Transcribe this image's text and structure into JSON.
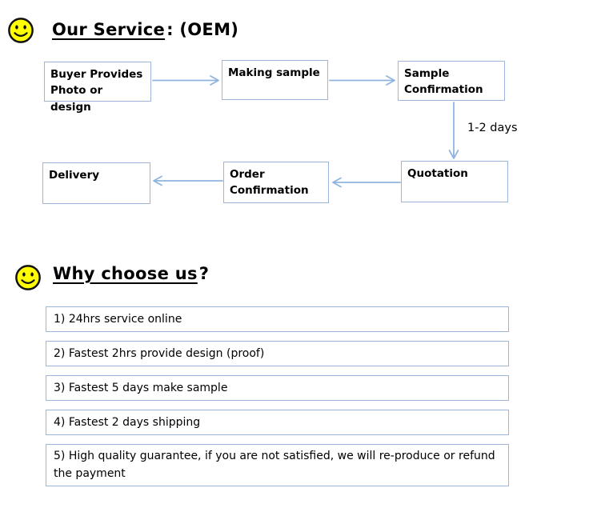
{
  "service_section": {
    "heading": "Our Service",
    "heading_suffix": ": (OEM)",
    "flowchart": {
      "boxes": [
        {
          "label": "Buyer Provides Photo or design"
        },
        {
          "label": "Making sample"
        },
        {
          "label": "Sample Confirmation"
        },
        {
          "label": "Quotation"
        },
        {
          "label": "Order Confirmation"
        },
        {
          "label": "Delivery"
        }
      ],
      "edge_label": "1-2 days",
      "flow_row1": "Buyer Provides Photo or design -> Making sample -> Sample Confirmation",
      "flow_row2": "Quotation -> Order Confirmation -> Delivery"
    }
  },
  "why_section": {
    "heading": "Why choose us",
    "heading_suffix": "?",
    "items": [
      "1) 24hrs service online",
      "2) Fastest 2hrs provide design (proof)",
      "3) Fastest 5 days make sample",
      "4) Fastest 2 days shipping",
      "5) High quality guarantee, if you are not satisfied, we will re-produce or refund the payment"
    ]
  },
  "icons": {
    "service_bullet": "smiley-icon",
    "why_bullet": "smiley-icon"
  },
  "colors": {
    "background": "#FFFFFF",
    "text": "#000000",
    "box_border": "#9DB5DA",
    "arrow": "#8FB4E0",
    "smiley_fill": "#FFFF00",
    "smiley_stroke": "#111111"
  }
}
